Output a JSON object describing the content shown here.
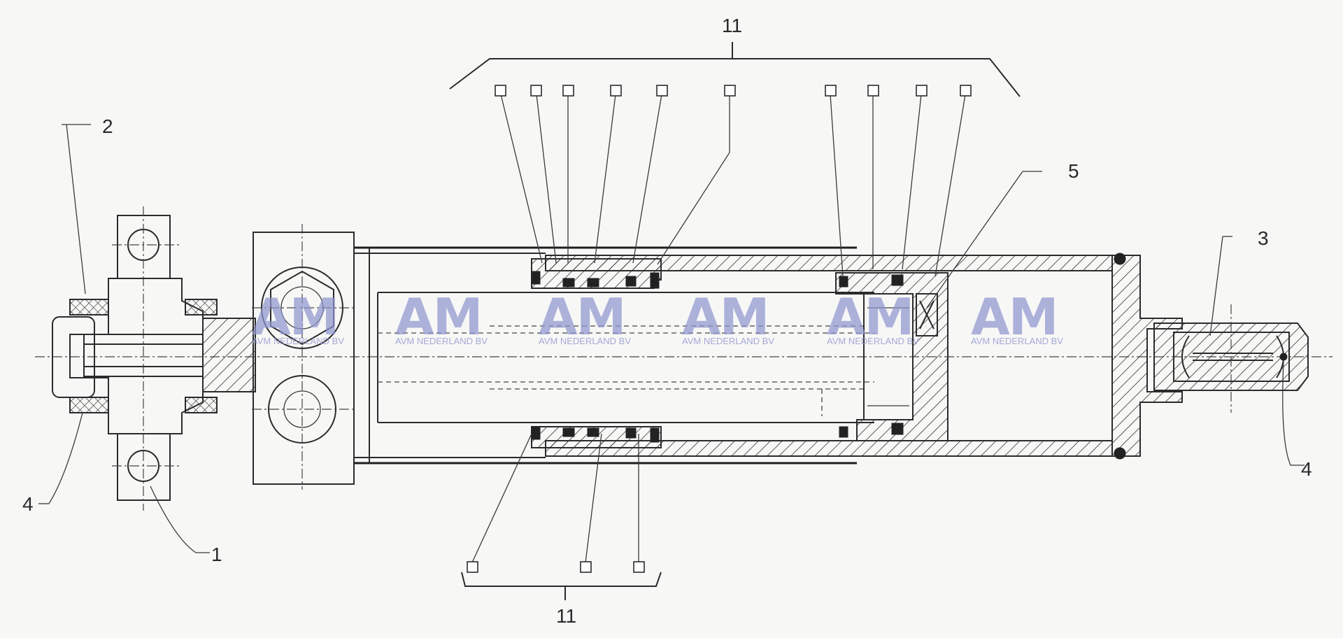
{
  "labels": {
    "l1": "1",
    "l2": "2",
    "l3": "3",
    "l4a": "4",
    "l4b": "4",
    "l5": "5",
    "l11_top": "11",
    "l11_bottom": "11"
  },
  "watermark": {
    "mark": "AM",
    "caption": "AVM NEDERLAND BV",
    "color": "#8f95cf"
  }
}
